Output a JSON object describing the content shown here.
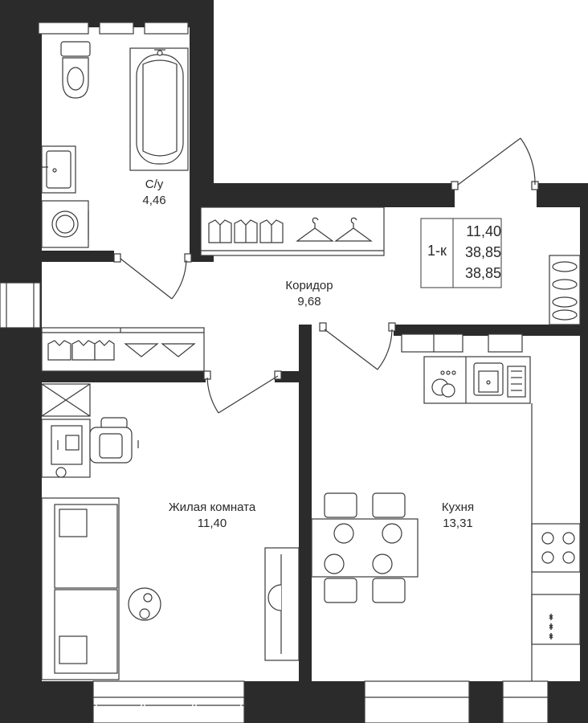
{
  "plan": {
    "colors": {
      "wall": "#2b2b2b",
      "line": "#3a3a3a",
      "fill": "#ffffff",
      "soft": "#f2f2f2"
    },
    "summary": {
      "type": "1-к",
      "values": [
        "11,40",
        "38,85",
        "38,85"
      ]
    },
    "rooms": [
      {
        "id": "bathroom",
        "name": "С/у",
        "area": "4,46"
      },
      {
        "id": "corridor",
        "name": "Коридор",
        "area": "9,68"
      },
      {
        "id": "living",
        "name": "Жилая комната",
        "area": "11,40"
      },
      {
        "id": "kitchen",
        "name": "Кухня",
        "area": "13,31"
      }
    ]
  }
}
